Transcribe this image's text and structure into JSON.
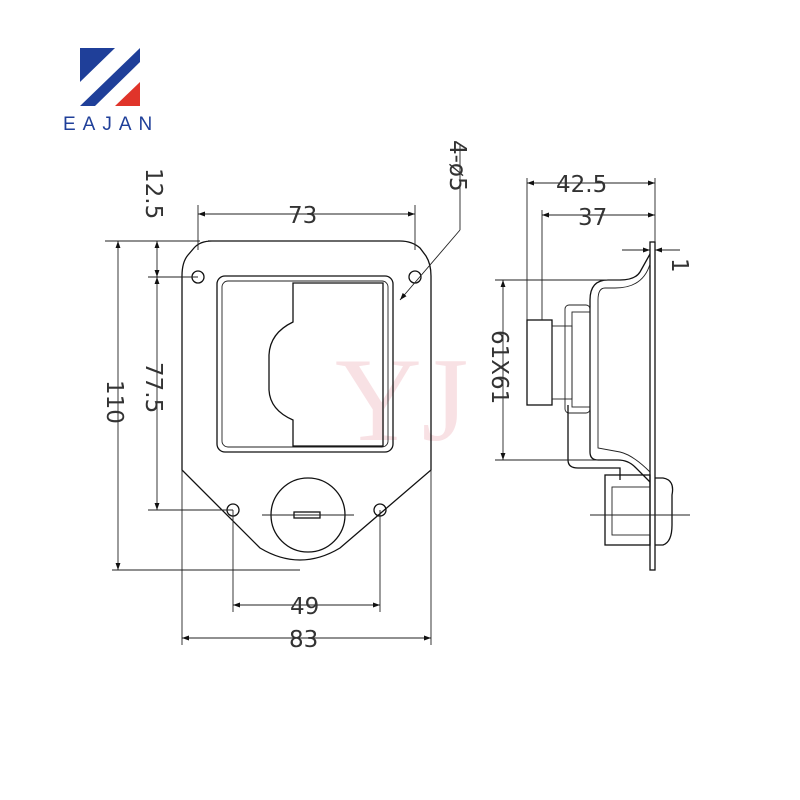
{
  "brand": {
    "name": "EAJAN",
    "colors": {
      "blue": "#1f3f99",
      "red": "#e0342a"
    }
  },
  "watermark": "YJ",
  "dimensions": {
    "top_width": "73",
    "top_margin": "12.5",
    "overall_height": "110",
    "hole_spacing_v": "77.5",
    "hole_callout": "4-ø5",
    "bottom_hole_spacing": "49",
    "overall_width": "83",
    "depth_total": "42.5",
    "depth_body": "37",
    "plate_thickness": "1",
    "cutout": "61X61"
  }
}
